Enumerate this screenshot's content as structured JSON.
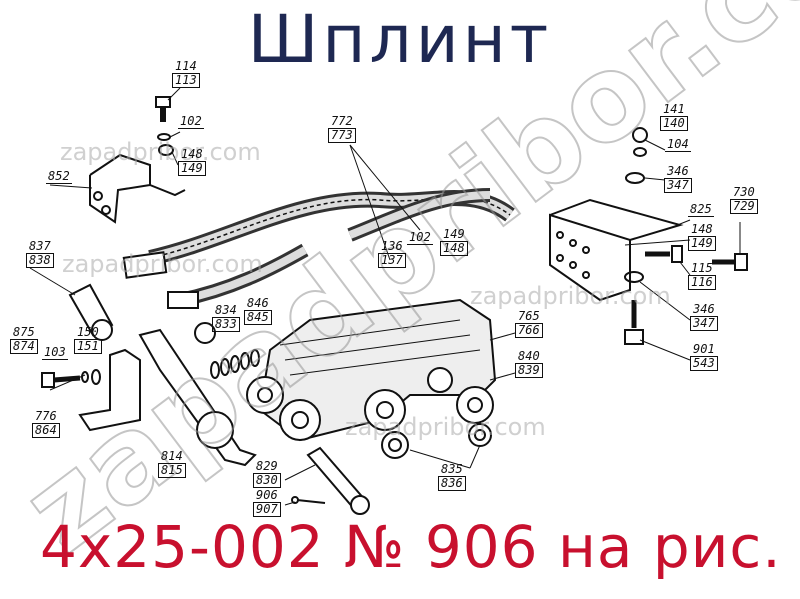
{
  "title": "Шплинт",
  "subtitle": "4х25-002 № 906 на рис.",
  "watermark": "zapadpribor.com",
  "colors": {
    "title": "#1e2852",
    "subtitle": "#c8102e",
    "drawing": "#111111"
  },
  "callouts": [
    {
      "top": "114",
      "bottom": "113"
    },
    {
      "top": "102"
    },
    {
      "top": "148",
      "bottom": "149"
    },
    {
      "top": "852"
    },
    {
      "top": "772",
      "bottom": "773"
    },
    {
      "top": "136",
      "bottom": "137"
    },
    {
      "top": "102"
    },
    {
      "top": "149",
      "bottom": "148"
    },
    {
      "top": "141",
      "bottom": "140"
    },
    {
      "top": "104"
    },
    {
      "top": "346",
      "bottom": "347"
    },
    {
      "top": "825"
    },
    {
      "top": "148",
      "bottom": "149"
    },
    {
      "top": "730",
      "bottom": "729"
    },
    {
      "top": "115",
      "bottom": "116"
    },
    {
      "top": "346",
      "bottom": "347"
    },
    {
      "top": "901",
      "bottom": "543"
    },
    {
      "top": "765",
      "bottom": "766"
    },
    {
      "top": "840",
      "bottom": "839"
    },
    {
      "top": "837",
      "bottom": "838"
    },
    {
      "top": "875",
      "bottom": "874"
    },
    {
      "top": "103"
    },
    {
      "top": "150",
      "bottom": "151"
    },
    {
      "top": "776",
      "bottom": "864"
    },
    {
      "top": "834",
      "bottom": "833"
    },
    {
      "top": "846",
      "bottom": "845"
    },
    {
      "top": "814",
      "bottom": "815"
    },
    {
      "top": "829",
      "bottom": "830"
    },
    {
      "top": "906",
      "bottom": "907"
    },
    {
      "top": "835",
      "bottom": "836"
    }
  ]
}
